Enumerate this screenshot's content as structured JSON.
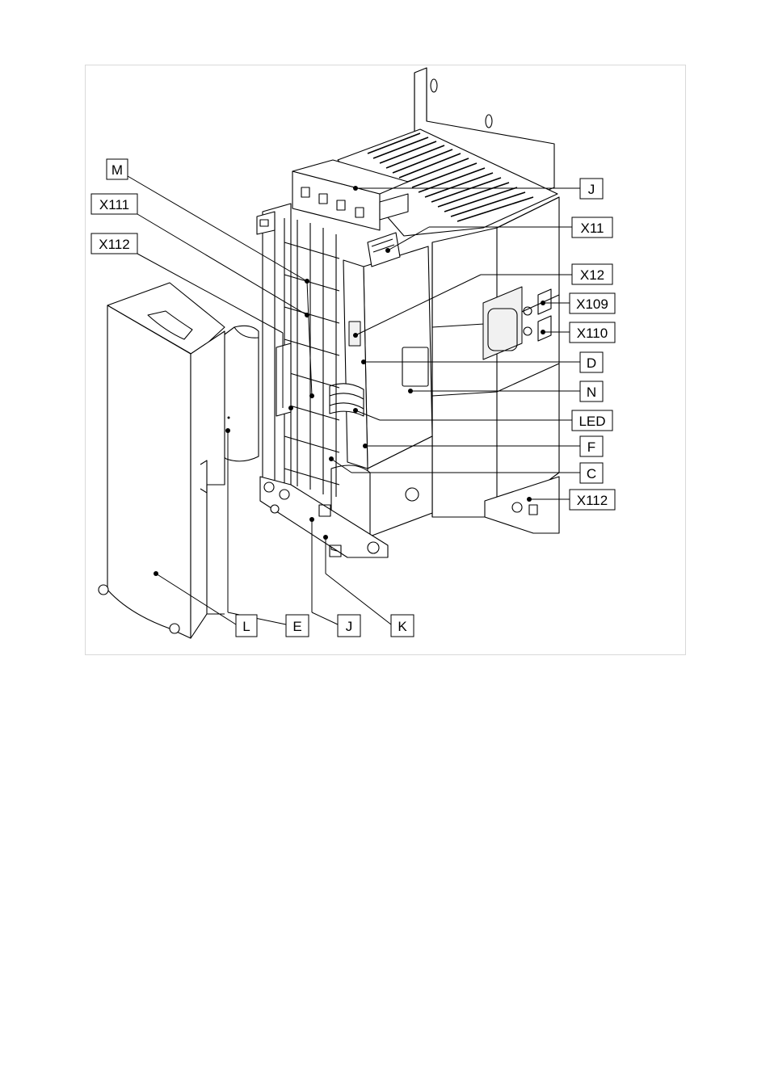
{
  "labels": {
    "m": "M",
    "x111": "X111",
    "x112_left": "X112",
    "j_top": "J",
    "x11": "X11",
    "x12": "X12",
    "x109": "X109",
    "x110": "X110",
    "d": "D",
    "n": "N",
    "led": "LED",
    "f": "F",
    "c": "C",
    "x112_right": "X112",
    "l": "L",
    "e": "E",
    "j_bottom": "J",
    "k": "K"
  }
}
